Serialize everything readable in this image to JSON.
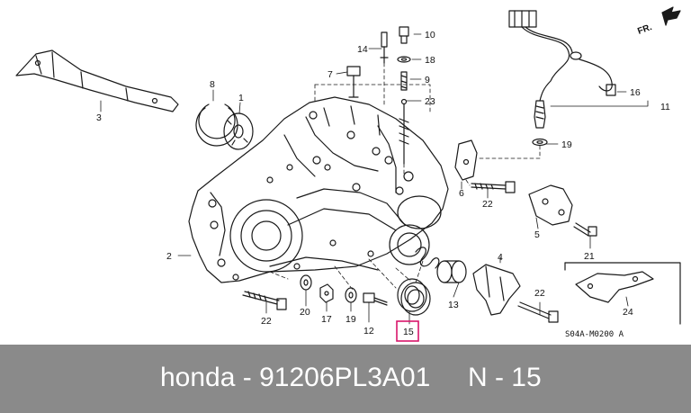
{
  "caption": {
    "brand": "honda",
    "separator": " - ",
    "part_number": "91206PL3A01",
    "gap": "     ",
    "ref_label": "N - 15"
  },
  "diagram": {
    "diagram_code": "S04A-M0200 A",
    "direction_label": "FR.",
    "highlight_color": "#d9166a",
    "callouts": [
      "1",
      "2",
      "3",
      "4",
      "5",
      "6",
      "7",
      "8",
      "9",
      "10",
      "11",
      "12",
      "13",
      "14",
      "15",
      "16",
      "17",
      "18",
      "19",
      "19",
      "20",
      "21",
      "22",
      "22",
      "22",
      "23",
      "24"
    ]
  }
}
